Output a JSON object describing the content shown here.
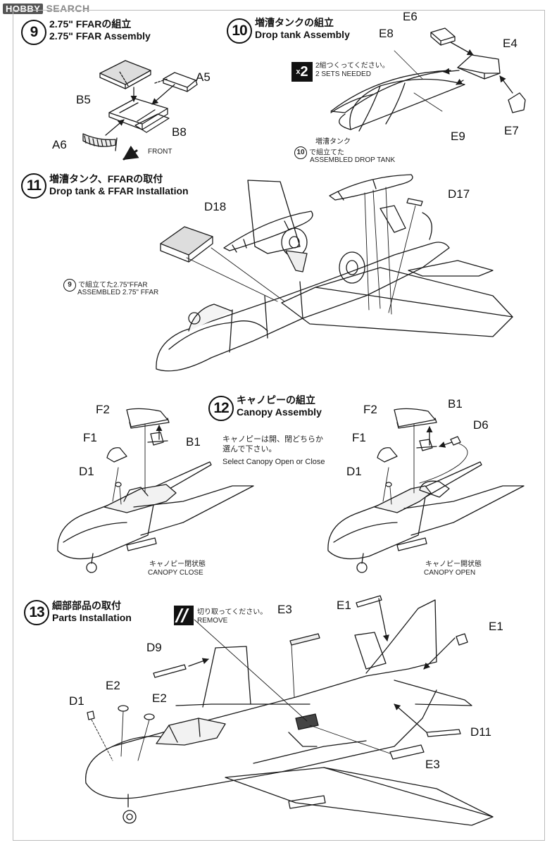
{
  "watermark": {
    "brand": "HOBBY",
    "suffix": "SEARCH"
  },
  "step9": {
    "number": "9",
    "title_jp": "2.75\" FFARの組立",
    "title_en": "2.75\" FFAR Assembly",
    "parts": {
      "B5": "B5",
      "A5": "A5",
      "A6": "A6",
      "B8": "B8"
    },
    "front": "FRONT"
  },
  "step10": {
    "number": "10",
    "title_jp": "増漕タンクの組立",
    "title_en": "Drop tank Assembly",
    "parts": {
      "E6": "E6",
      "E8": "E8",
      "E4": "E4",
      "E9": "E9",
      "E7": "E7"
    },
    "quantity": "2",
    "note_jp": "2組つくってください。",
    "note_en": "2 SETS NEEDED"
  },
  "step11": {
    "number": "11",
    "title_jp": "増漕タンク、FFARの取付",
    "title_en": "Drop tank & FFAR Installation",
    "parts": {
      "D18": "D18",
      "D17": "D17"
    },
    "ref_tank": {
      "num": "10",
      "jp1": "増漕タンク",
      "jp2": "で組立てた",
      "en": "ASSEMBLED DROP TANK"
    },
    "ref_ffar": {
      "num": "9",
      "jp": "で組立てた2.75\"FFAR",
      "en": "ASSEMBLED 2.75\" FFAR"
    }
  },
  "step12": {
    "number": "12",
    "title_jp": "キャノピーの組立",
    "title_en": "Canopy Assembly",
    "parts": {
      "F2": "F2",
      "B1": "B1",
      "F1": "F1",
      "D1": "D1",
      "D6": "D6"
    },
    "note_jp1": "キャノピーは開、閉どちらか",
    "note_jp2": "選んで下さい。",
    "note_en": "Select Canopy Open or Close",
    "close_jp": "キャノピー閉状態",
    "close_en": "CANOPY CLOSE",
    "open_jp": "キャノピー開状態",
    "open_en": "CANOPY OPEN"
  },
  "step13": {
    "number": "13",
    "title_jp": "細部部品の取付",
    "title_en": "Parts Installation",
    "cut_jp": "切り取ってください。",
    "cut_en": "REMOVE",
    "parts": {
      "E3": "E3",
      "E1": "E1",
      "D9": "D9",
      "E2": "E2",
      "D1": "D1",
      "D11": "D11"
    }
  }
}
